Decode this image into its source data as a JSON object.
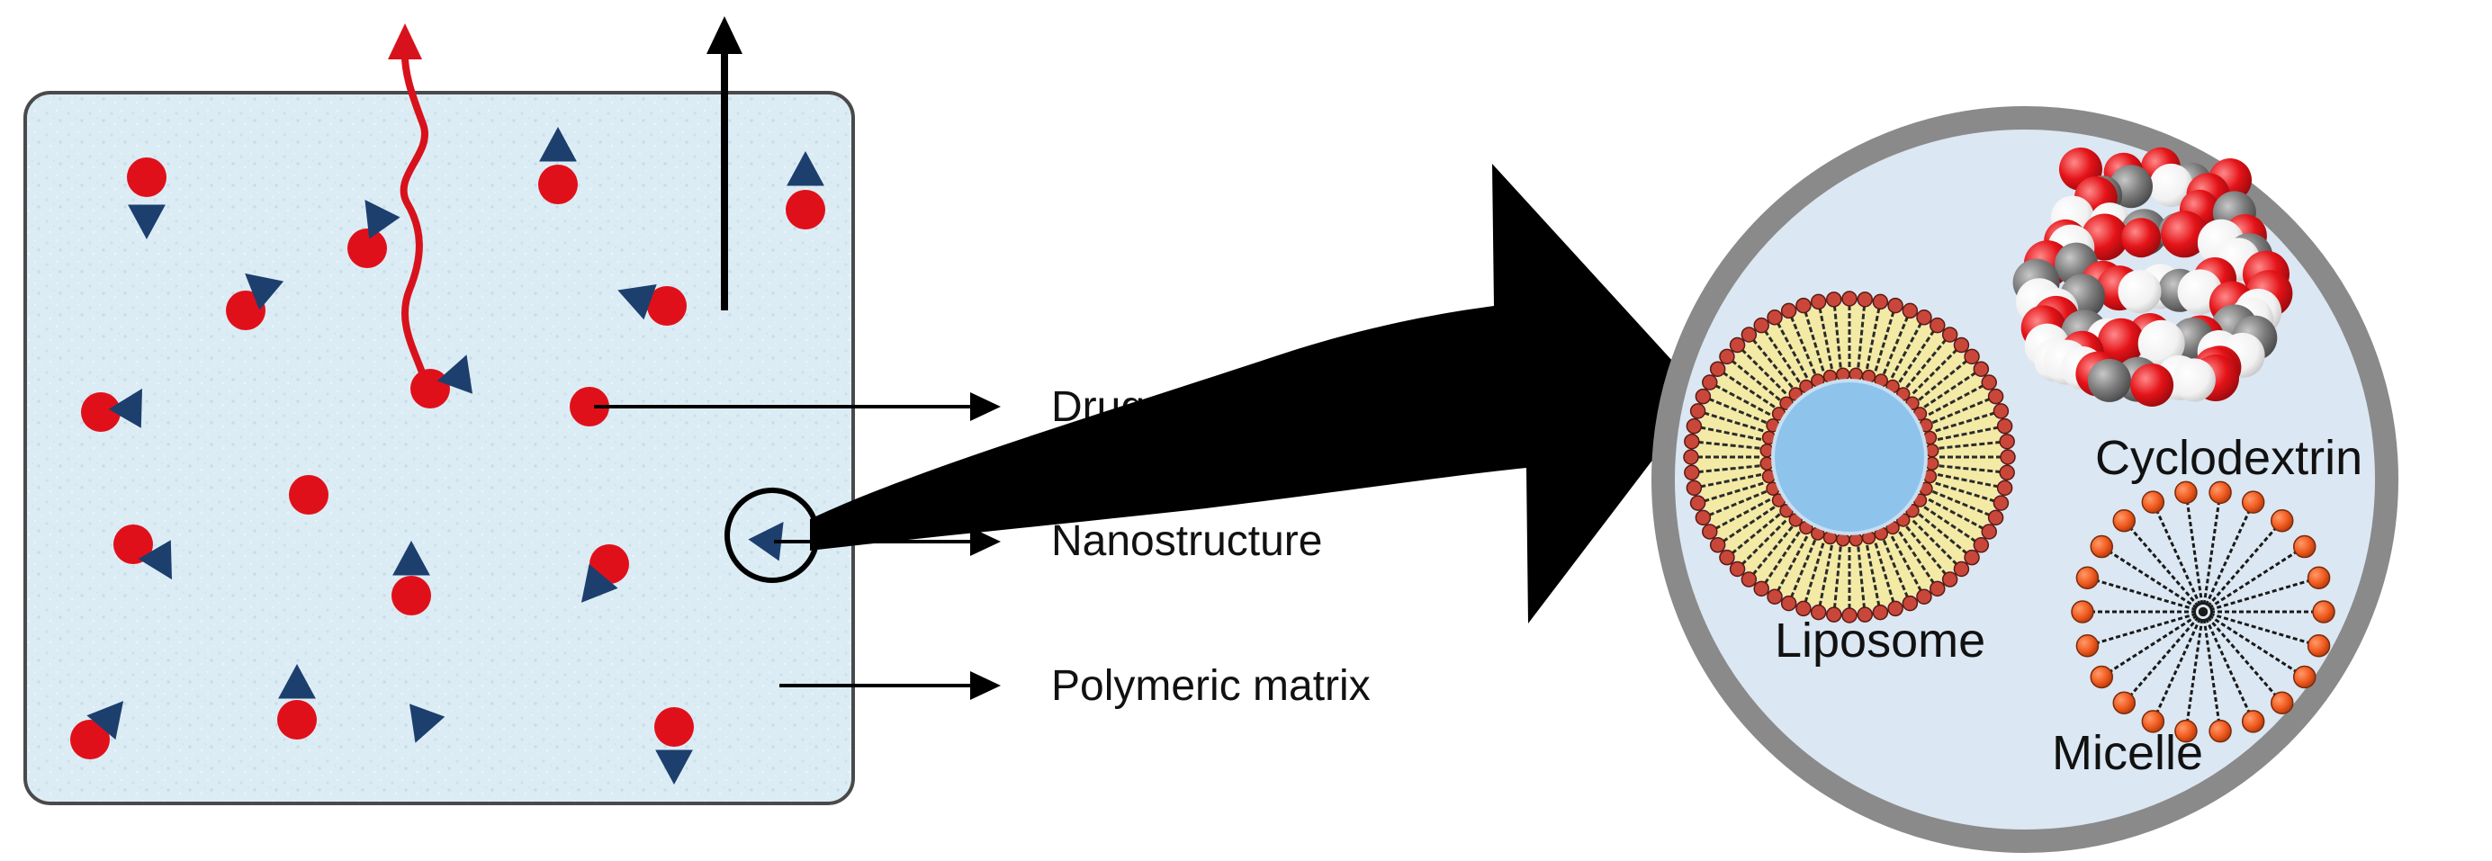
{
  "labels": {
    "drug": "Drug",
    "nanostructure": "Nanostructure",
    "matrix": "Polymeric matrix",
    "cyclodextrin": "Cyclodextrin",
    "liposome": "Liposome",
    "micelle": "Micelle"
  },
  "colors": {
    "matrix_fill": "#dcecf4",
    "matrix_border": "#4a4a4a",
    "drug": "#e0101a",
    "nanostructure": "#1d3f6e",
    "release_path": "#d8121c",
    "arrow": "#000000",
    "zoom_ring": "#8a8a8a",
    "zoom_fill": "#dbe7f2",
    "liposome_core": "#8ec3ec",
    "lipid_tail": "#f3eaa6",
    "lipid_head": "#c9473a",
    "micelle_head": "#f05a1e",
    "oxygen": "#e41318",
    "carbon": "#7c7c7c",
    "hydrogen": "#f4f4f4"
  }
}
